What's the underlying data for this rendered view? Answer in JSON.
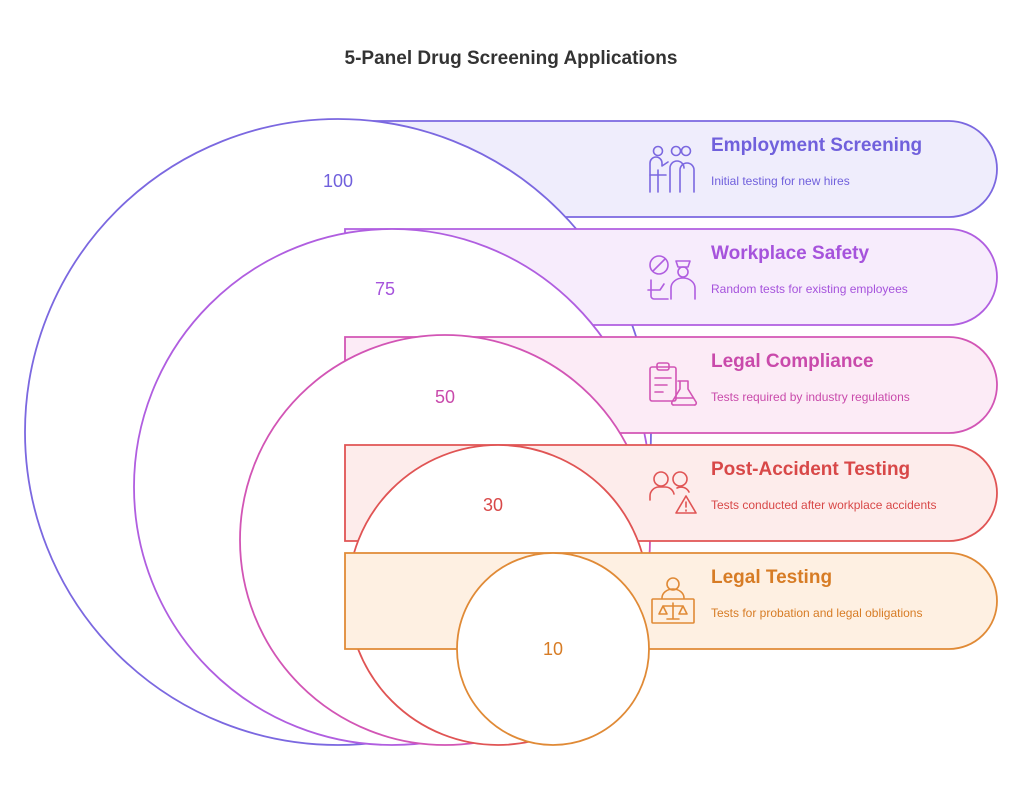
{
  "title": "5-Panel Drug Screening Applications",
  "items": [
    {
      "value": "100",
      "title": "Employment Screening",
      "description": "Initial testing for new hires",
      "icon": "presenter-people-icon",
      "stroke": "#7b68e0",
      "fill": "#efedfc",
      "text_color": "#7060dc"
    },
    {
      "value": "75",
      "title": "Workplace Safety",
      "description": "Random tests for existing employees",
      "icon": "no-drugs-officer-icon",
      "stroke": "#b05ee0",
      "fill": "#f7ecfc",
      "text_color": "#a653dc"
    },
    {
      "value": "50",
      "title": "Legal Compliance",
      "description": "Tests required by industry regulations",
      "icon": "clipboard-flask-icon",
      "stroke": "#d255b5",
      "fill": "#fcebf6",
      "text_color": "#c94aab"
    },
    {
      "value": "30",
      "title": "Post-Accident Testing",
      "description": "Tests conducted after workplace accidents",
      "icon": "people-warning-icon",
      "stroke": "#e05454",
      "fill": "#fdeceb",
      "text_color": "#d84848"
    },
    {
      "value": "10",
      "title": "Legal Testing",
      "description": "Tests for probation and legal obligations",
      "icon": "judge-scales-icon",
      "stroke": "#e08a36",
      "fill": "#fef0e2",
      "text_color": "#d77c25"
    }
  ]
}
